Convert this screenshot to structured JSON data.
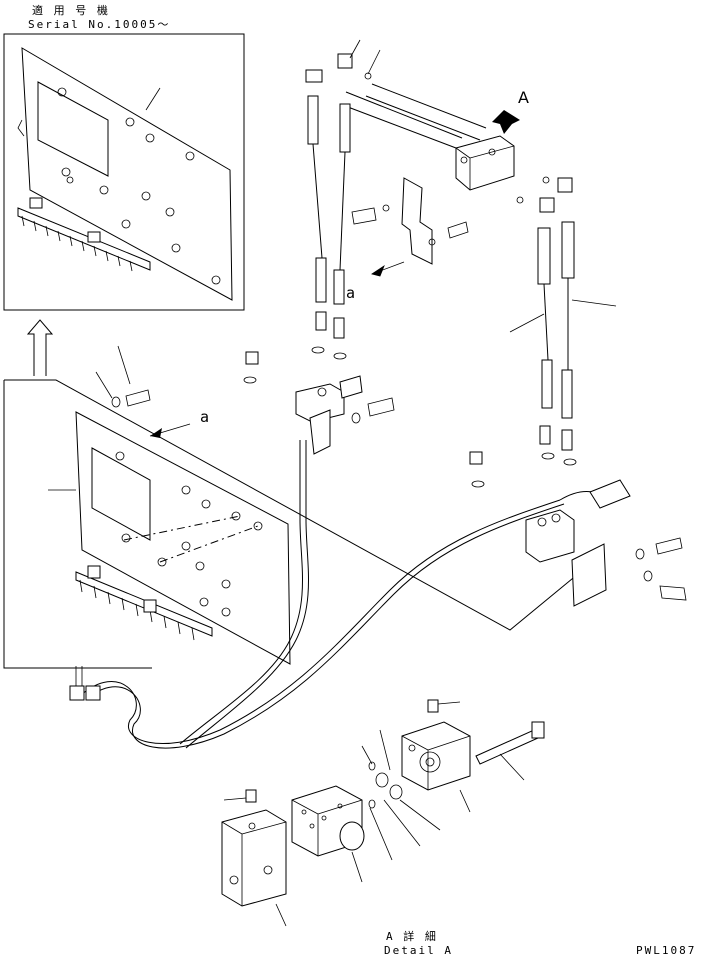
{
  "header": {
    "applicable_label": "適 用 号 機",
    "serial_label": "Serial No.10005～"
  },
  "view_labels": {
    "view_a_arrow": "A",
    "ref_a_top": "a",
    "ref_a_left": "a"
  },
  "detail": {
    "jp": "A 詳 細",
    "en": "Detail A"
  },
  "drawing_code": "PWL1087"
}
